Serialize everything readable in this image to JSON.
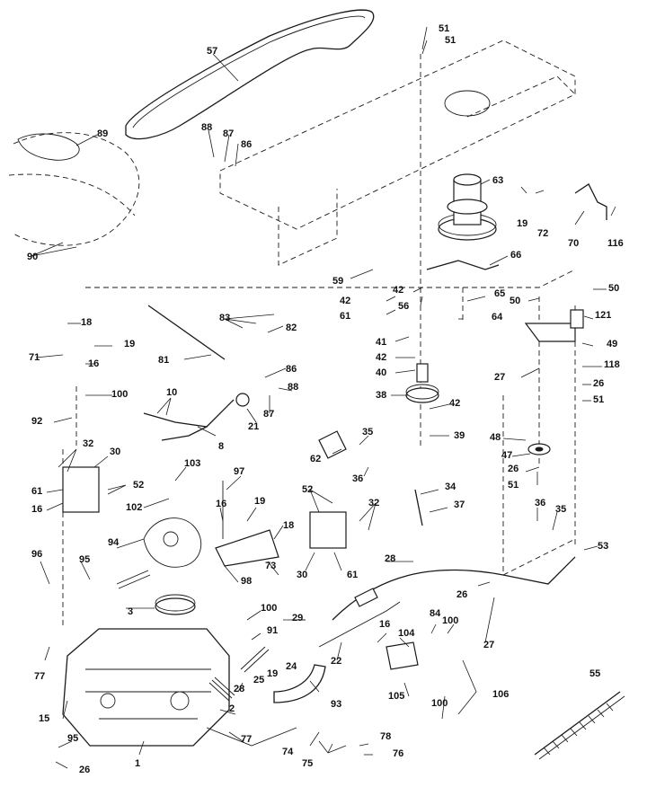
{
  "labels": [
    "1",
    "2",
    "3",
    "8",
    "10",
    "15",
    "16",
    "18",
    "19",
    "21",
    "22",
    "24",
    "25",
    "26",
    "27",
    "28",
    "29",
    "30",
    "32",
    "34",
    "35",
    "36",
    "37",
    "38",
    "39",
    "40",
    "41",
    "42",
    "47",
    "48",
    "49",
    "50",
    "51",
    "52",
    "53",
    "55",
    "56",
    "57",
    "59",
    "61",
    "62",
    "63",
    "64",
    "65",
    "66",
    "70",
    "71",
    "72",
    "73",
    "74",
    "75",
    "76",
    "77",
    "78",
    "81",
    "82",
    "83",
    "84",
    "86",
    "87",
    "88",
    "89",
    "90",
    "91",
    "92",
    "93",
    "94",
    "95",
    "96",
    "97",
    "98",
    "100",
    "102",
    "103",
    "104",
    "105",
    "106",
    "116",
    "118",
    "121"
  ]
}
